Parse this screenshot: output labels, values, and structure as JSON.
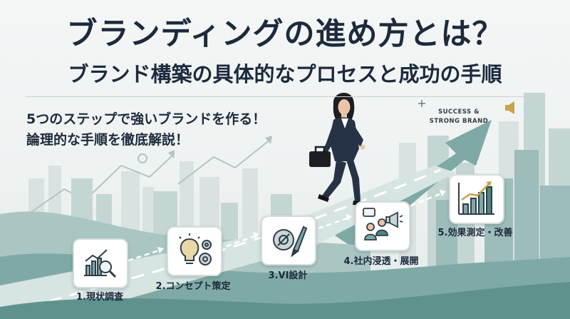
{
  "header": {
    "title": "ブランディングの進め方とは？",
    "subtitle": "ブランド構築の具体的なプロセスと成功の手順"
  },
  "lead": {
    "line1": "5つのステップで強いブランドを作る！",
    "line2": "論理的な手順を徹底解説！"
  },
  "badge": {
    "line1": "SUCCESS &",
    "line2": "STRONG BRAND"
  },
  "steps": [
    {
      "label": "1.現状調査",
      "icon": "magnifier-chart-icon"
    },
    {
      "label": "2.コンセプト策定",
      "icon": "lightbulb-gears-icon"
    },
    {
      "label": "3.VI設計",
      "icon": "design-tools-icon"
    },
    {
      "label": "4.社内浸透・展開",
      "icon": "team-megaphone-icon"
    },
    {
      "label": "5.効果測定・改善",
      "icon": "growth-chart-icon"
    }
  ],
  "colors": {
    "navy": "#1c2a3c",
    "teal": "#7fa9a5",
    "teal_dark": "#4f8580",
    "teal_light": "#bcd4d1",
    "accent": "#c9a24b"
  }
}
